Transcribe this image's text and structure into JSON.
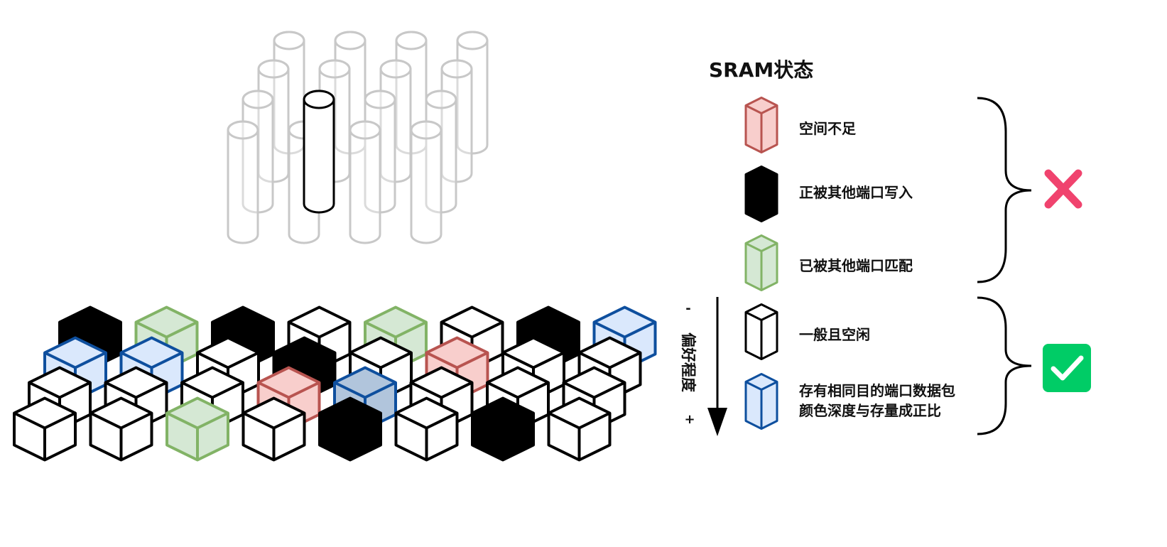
{
  "legend": {
    "title": "SRAM状态",
    "items": [
      {
        "key": "insufficient",
        "lines": [
          "空间不足"
        ],
        "color": "#b85450",
        "fill": "#f8cecc",
        "fill_side": "#f2b8b5"
      },
      {
        "key": "writing",
        "lines": [
          "正被其他端口写入"
        ],
        "color": "#000000",
        "fill": "#000000",
        "fill_side": "#000000"
      },
      {
        "key": "matched",
        "lines": [
          "已被其他端口匹配"
        ],
        "color": "#82b366",
        "fill": "#d5e8d4",
        "fill_side": "#c4dcc2"
      },
      {
        "key": "idle",
        "lines": [
          "一般且空闲"
        ],
        "color": "#000000",
        "fill": "#ffffff",
        "fill_side": "#ffffff"
      },
      {
        "key": "same-dest",
        "lines": [
          "存有相同目的端口数据包",
          "颜色深度与存量成正比"
        ],
        "color": "#0e4f9e",
        "fill": "#dae8fc",
        "fill_side": "#c8daf3"
      }
    ],
    "reject_mark": {
      "icon": "cross-icon",
      "color": "#f0436e"
    },
    "accept_mark": {
      "icon": "check-icon",
      "color": "#00cc66"
    }
  },
  "preference_axis": {
    "label": "偏好程度",
    "minus": "-",
    "plus": "+"
  },
  "cube_grid": {
    "rows": [
      [
        "writing",
        "matched",
        "writing",
        "idle",
        "matched",
        "idle",
        "writing",
        "same-dest"
      ],
      [
        "same-dest",
        "same-dest",
        "idle",
        "writing",
        "idle",
        "insufficient",
        "idle",
        "idle"
      ],
      [
        "idle",
        "idle",
        "idle",
        "insufficient",
        "same-dest-dark",
        "idle",
        "idle",
        "idle"
      ],
      [
        "idle",
        "idle",
        "matched",
        "idle",
        "writing",
        "idle",
        "writing",
        "idle"
      ]
    ],
    "dark_same_dest_fill": "#b1c5dc"
  },
  "cylinders": {
    "count": 16,
    "selected_index": 9,
    "inactive_color": "#c8c8c8",
    "active_color": "#000000"
  }
}
